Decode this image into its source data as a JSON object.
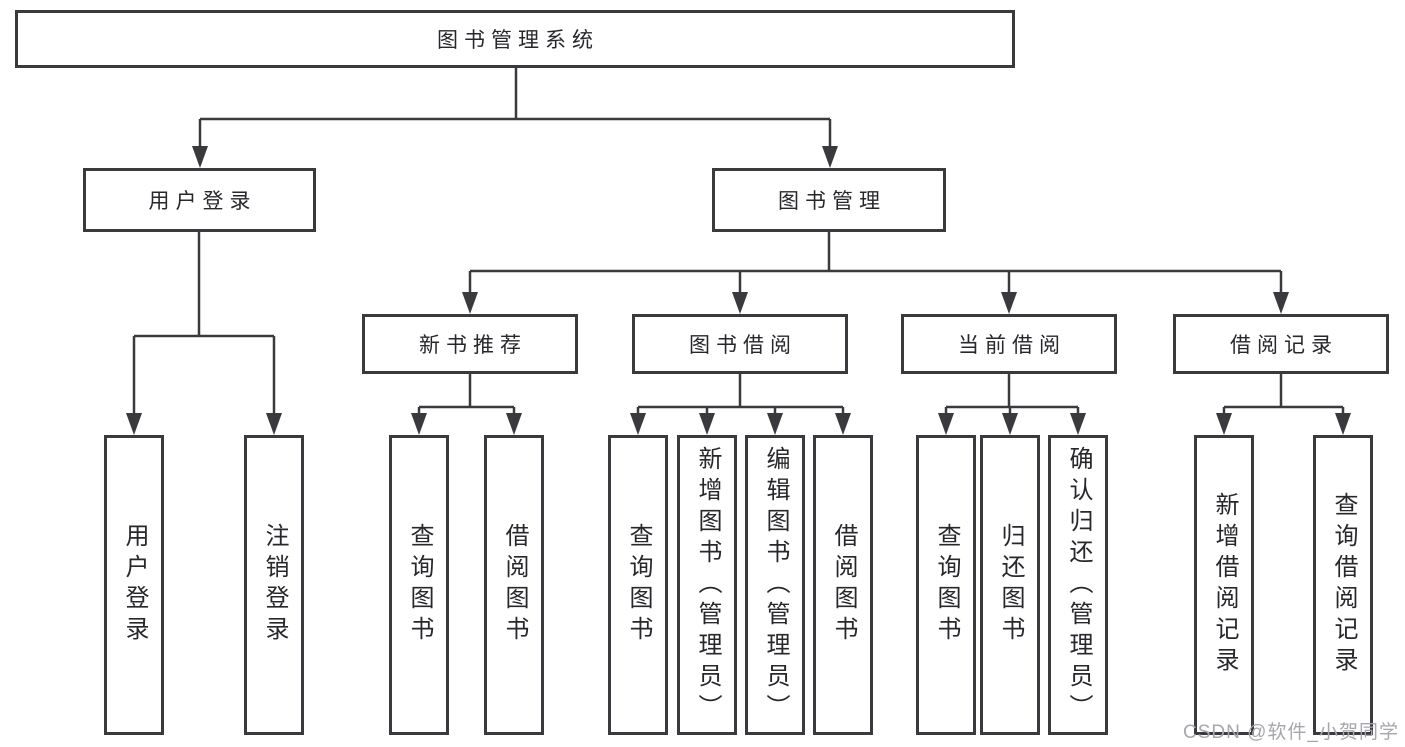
{
  "colors": {
    "line": "#3a3a3e",
    "text": "#28282c",
    "watermark": "#a6a6ac",
    "background": "#ffffff"
  },
  "watermark": {
    "text": "CSDN @软件_小贺同学"
  },
  "tree": {
    "root": {
      "label": "图书管理系统",
      "children": [
        {
          "label": "用户登录",
          "children": [
            {
              "label": "用户登录"
            },
            {
              "label": "注销登录"
            }
          ]
        },
        {
          "label": "图书管理",
          "children": [
            {
              "label": "新书推荐",
              "children": [
                {
                  "label": "查询图书"
                },
                {
                  "label": "借阅图书"
                }
              ]
            },
            {
              "label": "图书借阅",
              "children": [
                {
                  "label": "查询图书"
                },
                {
                  "label": "新增图书（管理员）"
                },
                {
                  "label": "编辑图书（管理员）"
                },
                {
                  "label": "借阅图书"
                }
              ]
            },
            {
              "label": "当前借阅",
              "children": [
                {
                  "label": "查询图书"
                },
                {
                  "label": "归还图书"
                },
                {
                  "label": "确认归还（管理员）"
                }
              ]
            },
            {
              "label": "借阅记录",
              "children": [
                {
                  "label": "新增借阅记录"
                },
                {
                  "label": "查询借阅记录"
                }
              ]
            }
          ]
        }
      ]
    }
  }
}
